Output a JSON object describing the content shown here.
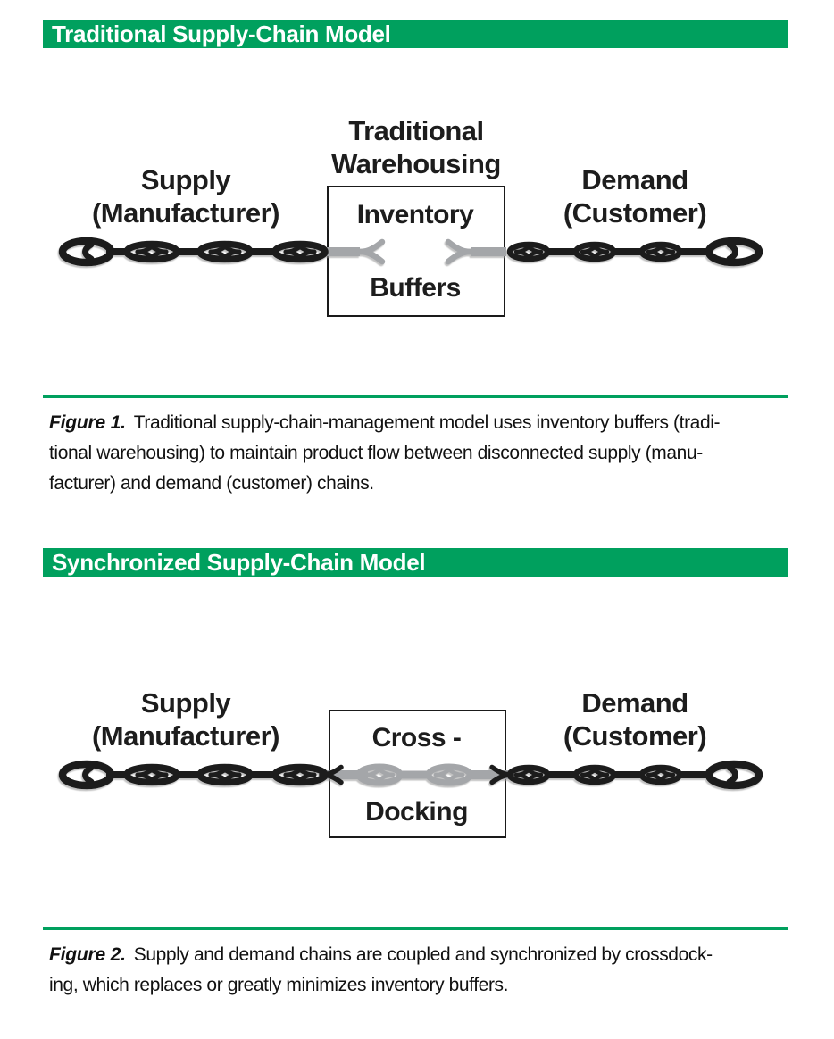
{
  "colors": {
    "header_green": "#00A05E",
    "chain_black": "#1d1d1d",
    "chain_gray": "#A4A6A9"
  },
  "figure1": {
    "header": "Traditional Supply-Chain Model",
    "warehouse_title": [
      "Traditional",
      "Warehousing"
    ],
    "supply": [
      "Supply",
      "(Manufacturer)"
    ],
    "demand": [
      "Demand",
      "(Customer)"
    ],
    "box": [
      "Inventory",
      "Buffers"
    ],
    "caption": {
      "label": "Figure 1.",
      "lines": [
        "Traditional supply-chain-management model uses inventory buffers (tradi-",
        "tional warehousing) to maintain product flow between disconnected supply (manu-",
        "facturer) and demand (customer) chains."
      ]
    }
  },
  "figure2": {
    "header": "Synchronized Supply-Chain Model",
    "supply": [
      "Supply",
      "(Manufacturer)"
    ],
    "demand": [
      "Demand",
      "(Customer)"
    ],
    "box": [
      "Cross -",
      "Docking"
    ],
    "caption": {
      "label": "Figure 2.",
      "lines": [
        "Supply and demand chains are coupled and synchronized by crossdock-",
        "ing, which replaces or greatly minimizes inventory buffers."
      ]
    }
  }
}
